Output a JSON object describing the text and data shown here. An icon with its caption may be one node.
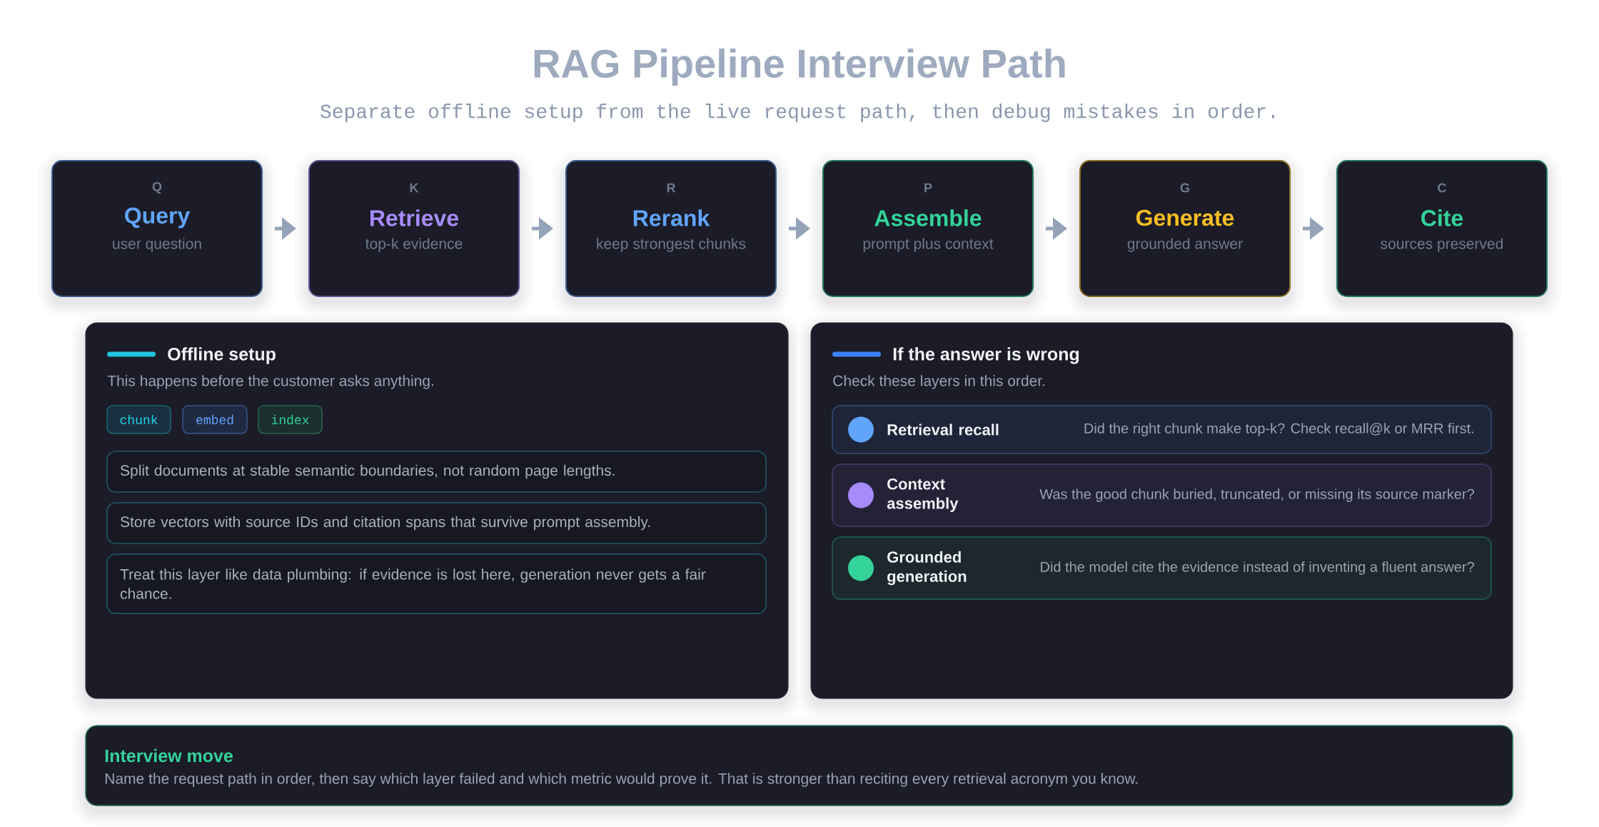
{
  "diagram": {
    "title": "RAG Pipeline Interview Path",
    "nodes": [
      {
        "text": [
          "Q",
          "Query",
          "user question"
        ]
      },
      {
        "text": [
          "K",
          "Retrieve",
          "top-k evidence"
        ]
      },
      {
        "text": [
          "R",
          "Rerank",
          "keep strongest chunks"
        ]
      },
      {
        "text": [
          "P",
          "Assemble",
          "prompt plus context"
        ]
      },
      {
        "text": [
          "G",
          "Generate",
          "grounded answer"
        ]
      },
      {
        "text": [
          "C",
          "Cite",
          "sources preserved"
        ]
      },
      {
        "text": [
          "Offline setup",
          "This happens before the customer asks anything."
        ]
      },
      {
        "text": [
          "chunk"
        ],
        "in": 6
      },
      {
        "text": [
          "embed"
        ],
        "in": 6
      },
      {
        "text": [
          "index"
        ],
        "in": 6
      },
      {
        "text": [
          "Split documents at stable semantic boundaries, not random page lengths."
        ],
        "in": 6
      },
      {
        "text": [
          "Store vectors with source IDs and citation spans that survive prompt assembly."
        ],
        "in": 6
      },
      {
        "text": [
          "Treat this layer like data plumbing: if evidence is lost here, generation never gets a fair chance."
        ],
        "in": 6
      },
      {
        "text": [
          "If the answer is wrong",
          "Check these layers in this order."
        ]
      },
      {
        "text": [
          "Retrieval recall",
          "Did the right chunk make top-k? Check recall@k or MRR first."
        ],
        "in": 13
      },
      {
        "text": [
          "Context assembly",
          "Was the good chunk buried, truncated, or missing its source marker?"
        ],
        "in": 13
      },
      {
        "text": [
          "Grounded generation",
          "Did the model cite the evidence instead of inventing a fluent answer?"
        ],
        "in": 13
      },
      {
        "text": [
          "Interview move",
          "Name the request path in order, then say which layer failed and which metric would prove it. That is stronger than reciting every retrieval acronym you know."
        ]
      }
    ],
    "edges": [
      {
        "from": 0,
        "to": 1,
        "arrow": "to"
      },
      {
        "from": 1,
        "to": 2,
        "arrow": "to"
      },
      {
        "from": 2,
        "to": 3,
        "arrow": "to"
      },
      {
        "from": 3,
        "to": 4,
        "arrow": "to"
      },
      {
        "from": 4,
        "to": 5,
        "arrow": "to"
      }
    ],
    "labels": [
      "Separate offline setup from the live request path, then debug mistakes in order."
    ]
  }
}
